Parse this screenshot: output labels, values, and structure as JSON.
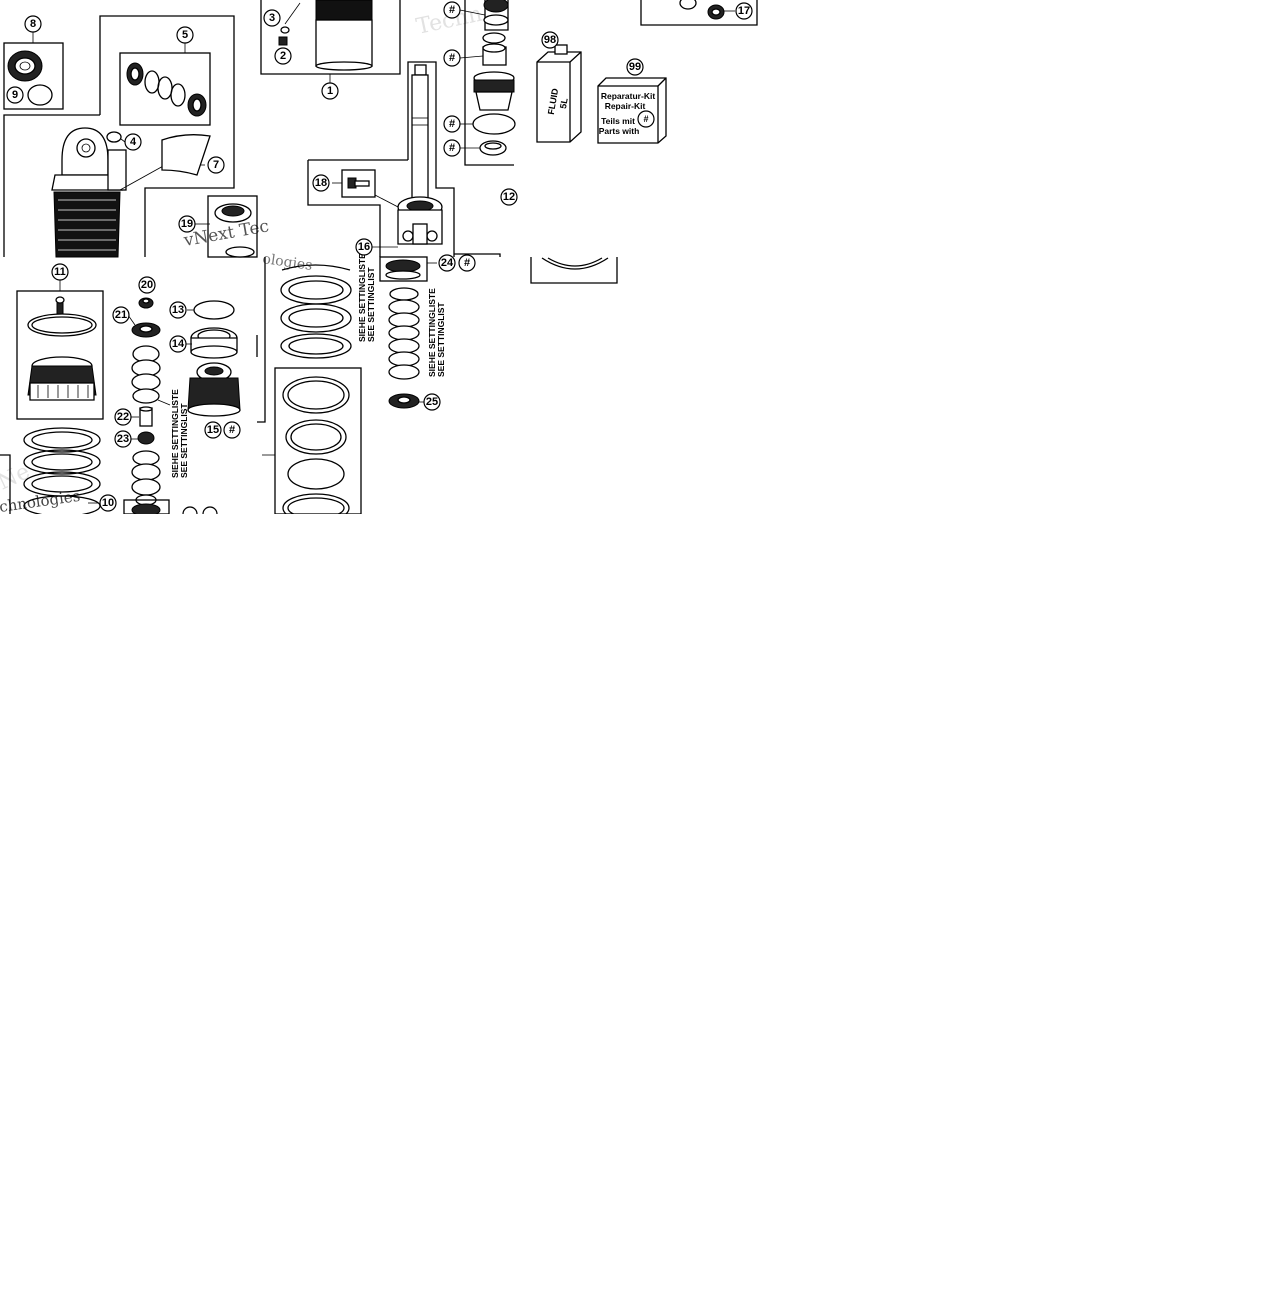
{
  "callouts": [
    {
      "id": "c8",
      "label": "8"
    },
    {
      "id": "c5",
      "label": "5"
    },
    {
      "id": "c9",
      "label": "9"
    },
    {
      "id": "c4",
      "label": "4"
    },
    {
      "id": "c7",
      "label": "7"
    },
    {
      "id": "c19",
      "label": "19"
    },
    {
      "id": "c3",
      "label": "3"
    },
    {
      "id": "c2",
      "label": "2"
    },
    {
      "id": "c1",
      "label": "1"
    },
    {
      "id": "c18",
      "label": "18"
    },
    {
      "id": "c16",
      "label": "16"
    },
    {
      "id": "c24",
      "label": "24"
    },
    {
      "id": "c12",
      "label": "12"
    },
    {
      "id": "c17",
      "label": "17"
    },
    {
      "id": "c98",
      "label": "98"
    },
    {
      "id": "c99",
      "label": "99"
    },
    {
      "id": "c11",
      "label": "11"
    },
    {
      "id": "c20",
      "label": "20"
    },
    {
      "id": "c21",
      "label": "21"
    },
    {
      "id": "c13",
      "label": "13"
    },
    {
      "id": "c14",
      "label": "14"
    },
    {
      "id": "c22",
      "label": "22"
    },
    {
      "id": "c23",
      "label": "23"
    },
    {
      "id": "c15",
      "label": "15"
    },
    {
      "id": "c10",
      "label": "10"
    },
    {
      "id": "c25",
      "label": "25"
    }
  ],
  "hash_mark": "#",
  "setting_list": {
    "de": "SIEHE SETTINGLISTE",
    "en": "SEE SETTINGLIST"
  },
  "fluid_can": {
    "line1": "FLUID",
    "line2": "5L"
  },
  "repair_kit": {
    "line1": "Reparatur-Kit",
    "line2": "Repair-Kit",
    "line3": "Teils mit",
    "line4": "Parts with"
  },
  "watermarks": {
    "a": "Techn",
    "b": "vNext Tec",
    "c": "ologies",
    "d": "Ne",
    "e": "chnologies"
  }
}
